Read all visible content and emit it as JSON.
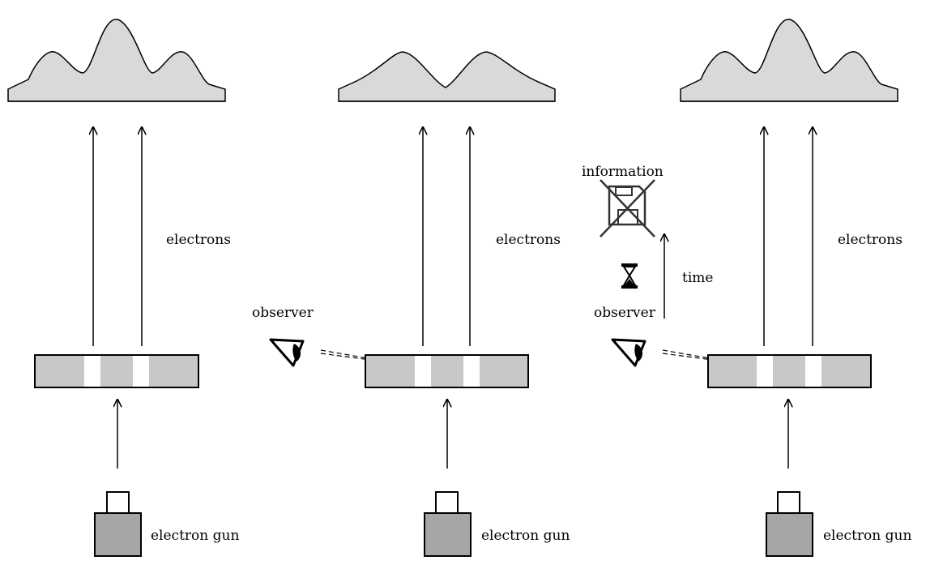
{
  "panels": [
    {
      "id": "left",
      "labels": {
        "electrons": "electrons",
        "gun": "electron gun"
      }
    },
    {
      "id": "middle",
      "labels": {
        "electrons": "electrons",
        "gun": "electron gun",
        "observer": "observer"
      }
    },
    {
      "id": "right",
      "labels": {
        "electrons": "electrons",
        "gun": "electron gun",
        "observer": "observer",
        "time": "time",
        "information": "information"
      }
    }
  ],
  "icons": {
    "eye": "eye-icon",
    "hourglass": "hourglass-icon",
    "floppy_crossed": "floppy-disk-crossed-icon"
  },
  "colors": {
    "pattern_fill": "#d9d9d9",
    "slit_panel": "#c8c8c8",
    "gun_body": "#a6a6a6",
    "stroke": "#000000"
  }
}
